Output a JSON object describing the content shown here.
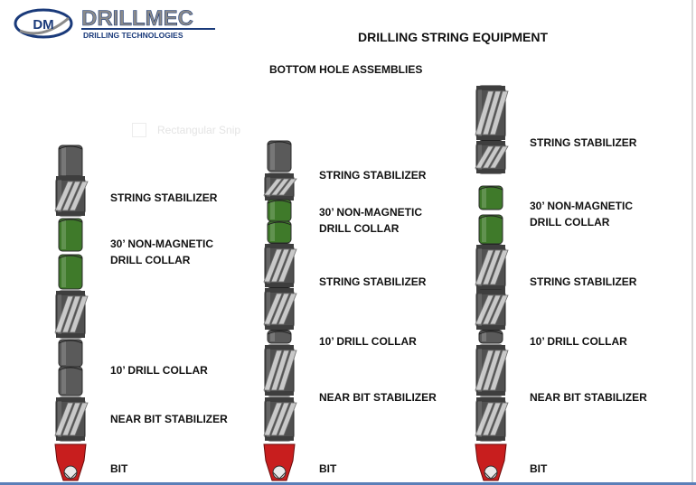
{
  "brand": {
    "logo_mark": "DM",
    "name": "DRILLMEC",
    "tagline": "DRILLING TECHNOLOGIES"
  },
  "title": "DRILLING STRING EQUIPMENT",
  "subtitle": "BOTTOM HOLE ASSEMBLIES",
  "ghost_overlay": {
    "label": "Rectangular Snip",
    "icon": "scissors-icon"
  },
  "colors": {
    "stabilizer_body": "#505050",
    "stabilizer_blade": "#c9c9c9",
    "collar_grey": "#5a5a5a",
    "collar_green": "#3f7a2a",
    "bit_red": "#c81e1e",
    "brand_blue": "#1a3a7a",
    "brand_grey": "#8a8a8a"
  },
  "assemblies": [
    {
      "id": "bha-1",
      "components": [
        "collar-grey",
        "stabilizer",
        "collar-green",
        "collar-green",
        "stabilizer",
        "collar-grey",
        "collar-grey",
        "stabilizer",
        "bit"
      ],
      "labels": [
        [
          "STRING STABILIZER"
        ],
        [
          "30’ NON-MAGNETIC",
          "DRILL COLLAR"
        ],
        [
          "10’ DRILL COLLAR"
        ],
        [
          "NEAR BIT STABILIZER"
        ],
        [
          "BIT"
        ]
      ]
    },
    {
      "id": "bha-2",
      "components": [
        "stabilizer",
        "collar-green",
        "collar-green",
        "stabilizer",
        "stabilizer",
        "collar-grey",
        "stabilizer",
        "stabilizer",
        "bit"
      ],
      "labels": [
        [
          "STRING STABILIZER"
        ],
        [
          "30’ NON-MAGNETIC",
          "DRILL COLLAR"
        ],
        [
          "STRING STABILIZER"
        ],
        [
          "10’ DRILL COLLAR"
        ],
        [
          "NEAR BIT STABILIZER"
        ],
        [
          "BIT"
        ]
      ]
    },
    {
      "id": "bha-3",
      "components": [
        "stabilizer",
        "stabilizer",
        "collar-green",
        "collar-green",
        "stabilizer",
        "stabilizer",
        "collar-grey",
        "stabilizer",
        "stabilizer",
        "bit"
      ],
      "labels": [
        [
          "STRING STABILIZER"
        ],
        [
          "30’ NON-MAGNETIC",
          "DRILL COLLAR"
        ],
        [
          "STRING STABILIZER"
        ],
        [
          "10’ DRILL COLLAR"
        ],
        [
          "NEAR BIT STABILIZER"
        ],
        [
          "BIT"
        ]
      ]
    }
  ]
}
